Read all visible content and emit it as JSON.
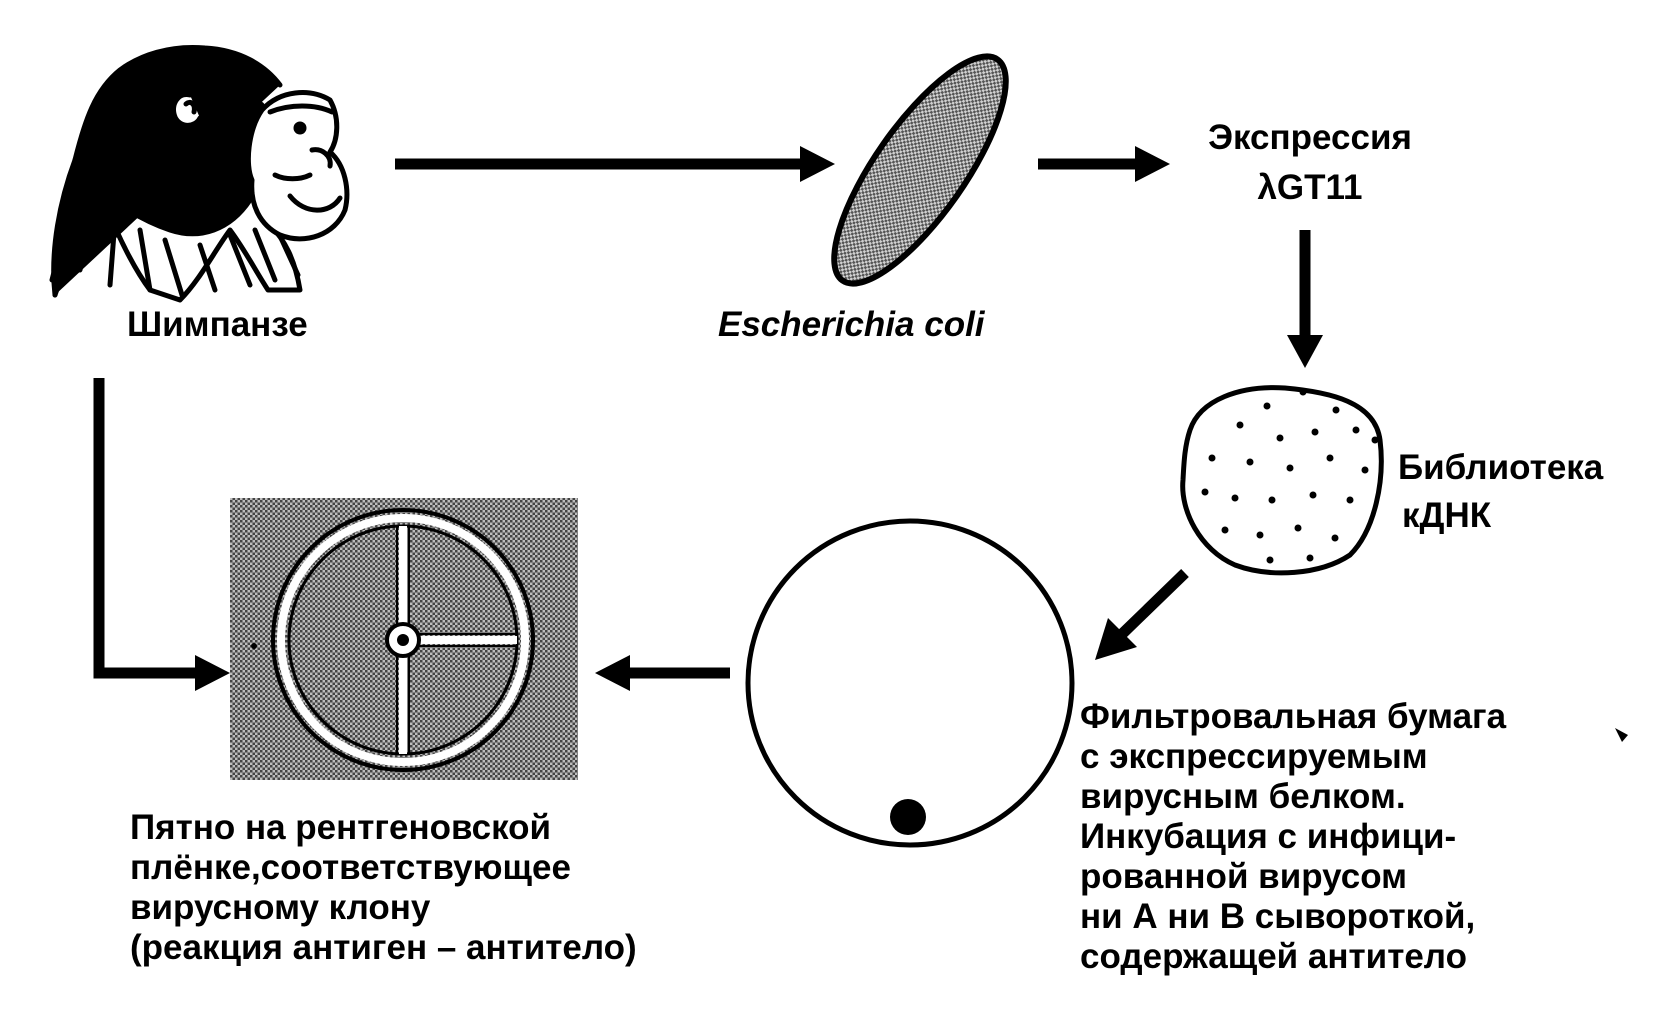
{
  "labels": {
    "chimp": "Шимпанзе",
    "ecoli": "Escherichia coli",
    "expression_line1": "Экспрессия",
    "expression_line2": "λGT11",
    "library_line1": "Библиотека",
    "library_line2": "кДНК"
  },
  "filter_text": [
    "Фильтровальная бумага",
    "с  экспрессируемым",
    "вирусным белком.",
    "Инкубация с  инфици-",
    "рованной вирусом",
    "ни А ни В сывороткой,",
    "содержащей антитело"
  ],
  "film_text": [
    "Пятно на рентгеновской",
    "плёнке,соответствующее",
    "вирусному клону",
    "(реакция антиген – антитело)"
  ],
  "colors": {
    "ink": "#000000",
    "paper": "#ffffff",
    "stipple": "#8c8c8c"
  }
}
